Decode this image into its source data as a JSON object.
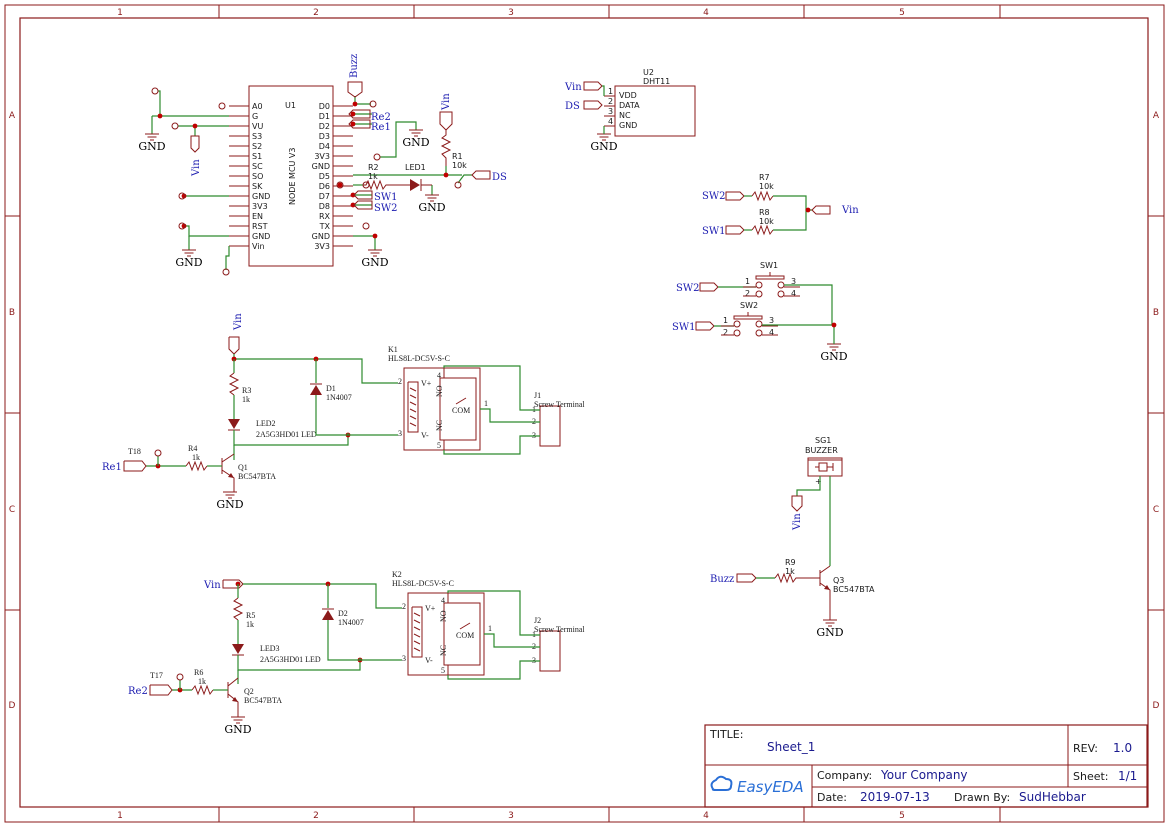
{
  "border": {
    "columns": [
      "1",
      "2",
      "3",
      "4",
      "5"
    ],
    "rows": [
      "A",
      "B",
      "C",
      "D"
    ]
  },
  "title_block": {
    "title_label": "TITLE:",
    "title": "Sheet_1",
    "rev_label": "REV:",
    "rev": "1.0",
    "company_label": "Company:",
    "company": "Your Company",
    "sheet_label": "Sheet:",
    "sheet": "1/1",
    "date_label": "Date:",
    "date": "2019-07-13",
    "drawn_label": "Drawn By:",
    "drawn_by": "SudHebbar",
    "logo": "EasyEDA",
    "accent": "#2a6fd6"
  },
  "colors": {
    "frame": "#8b1a1a",
    "wire": "#2e8b2e",
    "net": "#1c1cb0",
    "junction": "#c00000"
  },
  "gnd_label": "GND",
  "nodemcu": {
    "ref": "U1",
    "name": "NODE MCU V3",
    "left_pins": [
      "A0",
      "G",
      "VU",
      "S3",
      "S2",
      "S1",
      "SC",
      "SO",
      "SK",
      "GND",
      "3V3",
      "EN",
      "RST",
      "GND",
      "Vin"
    ],
    "right_pins": [
      "D0",
      "D1",
      "D2",
      "D3",
      "D4",
      "3V3",
      "GND",
      "D5",
      "D6",
      "D7",
      "D8",
      "RX",
      "TX",
      "GND",
      "3V3"
    ]
  },
  "nets_top": {
    "buzz": "Buzz",
    "re2": "Re2",
    "re1": "Re1",
    "vin_left": "Vin",
    "vin_r1": "Vin",
    "sw1": "SW1",
    "sw2": "SW2",
    "ds": "DS"
  },
  "r2": {
    "ref": "R2",
    "value": "1k"
  },
  "led1": {
    "ref": "LED1"
  },
  "r1": {
    "ref": "R1",
    "value": "10k"
  },
  "dht": {
    "ref": "U2",
    "name": "DHT11",
    "pins": [
      "VDD",
      "DATA",
      "NC",
      "GND"
    ],
    "pin_numbers": [
      "1",
      "2",
      "3",
      "4"
    ],
    "net_vin": "Vin",
    "net_ds": "DS"
  },
  "pullups": {
    "r7": {
      "ref": "R7",
      "value": "10k",
      "net": "SW2"
    },
    "r8": {
      "ref": "R8",
      "value": "10k",
      "net": "SW1"
    },
    "vin": "Vin"
  },
  "switches": {
    "sw1": {
      "ref": "SW1",
      "net": "SW2",
      "pins": [
        "1",
        "2",
        "3",
        "4"
      ]
    },
    "sw2": {
      "ref": "SW2",
      "net": "SW1",
      "pins": [
        "1",
        "2",
        "3",
        "4"
      ]
    }
  },
  "relay1": {
    "vin": "Vin",
    "r3": {
      "ref": "R3",
      "value": "1k"
    },
    "d1": {
      "ref": "D1",
      "value": "1N4007"
    },
    "led": {
      "ref": "LED2",
      "value": "2A5G3HD01 LED"
    },
    "tp": "T18",
    "r4": {
      "ref": "R4",
      "value": "1k"
    },
    "net_in": "Re1",
    "q": {
      "ref": "Q1",
      "value": "BC547BTA"
    },
    "k": {
      "ref": "K1",
      "value": "HLS8L-DC5V-S-C"
    },
    "j": {
      "ref": "J1",
      "value": "Screw Terminal"
    }
  },
  "relay2": {
    "vin": "Vin",
    "r5": {
      "ref": "R5",
      "value": "1k"
    },
    "d2": {
      "ref": "D2",
      "value": "1N4007"
    },
    "led": {
      "ref": "LED3",
      "value": "2A5G3HD01 LED"
    },
    "tp": "T17",
    "r6": {
      "ref": "R6",
      "value": "1k"
    },
    "net_in": "Re2",
    "q": {
      "ref": "Q2",
      "value": "BC547BTA"
    },
    "k": {
      "ref": "K2",
      "value": "HLS8L-DC5V-S-C"
    },
    "j": {
      "ref": "J2",
      "value": "Screw Terminal"
    }
  },
  "relay_pins": {
    "vplus": "V+",
    "vminus": "V-",
    "no": "NO",
    "nc": "NC",
    "com": "COM",
    "n1": "1",
    "n2": "2",
    "n3": "3",
    "n4": "4",
    "n5": "5"
  },
  "buzzer": {
    "ref": "SG1",
    "name": "BUZZER",
    "vin": "Vin",
    "plus": "+",
    "r9": {
      "ref": "R9",
      "value": "1k"
    },
    "net_in": "Buzz",
    "q": {
      "ref": "Q3",
      "value": "BC547BTA"
    }
  }
}
